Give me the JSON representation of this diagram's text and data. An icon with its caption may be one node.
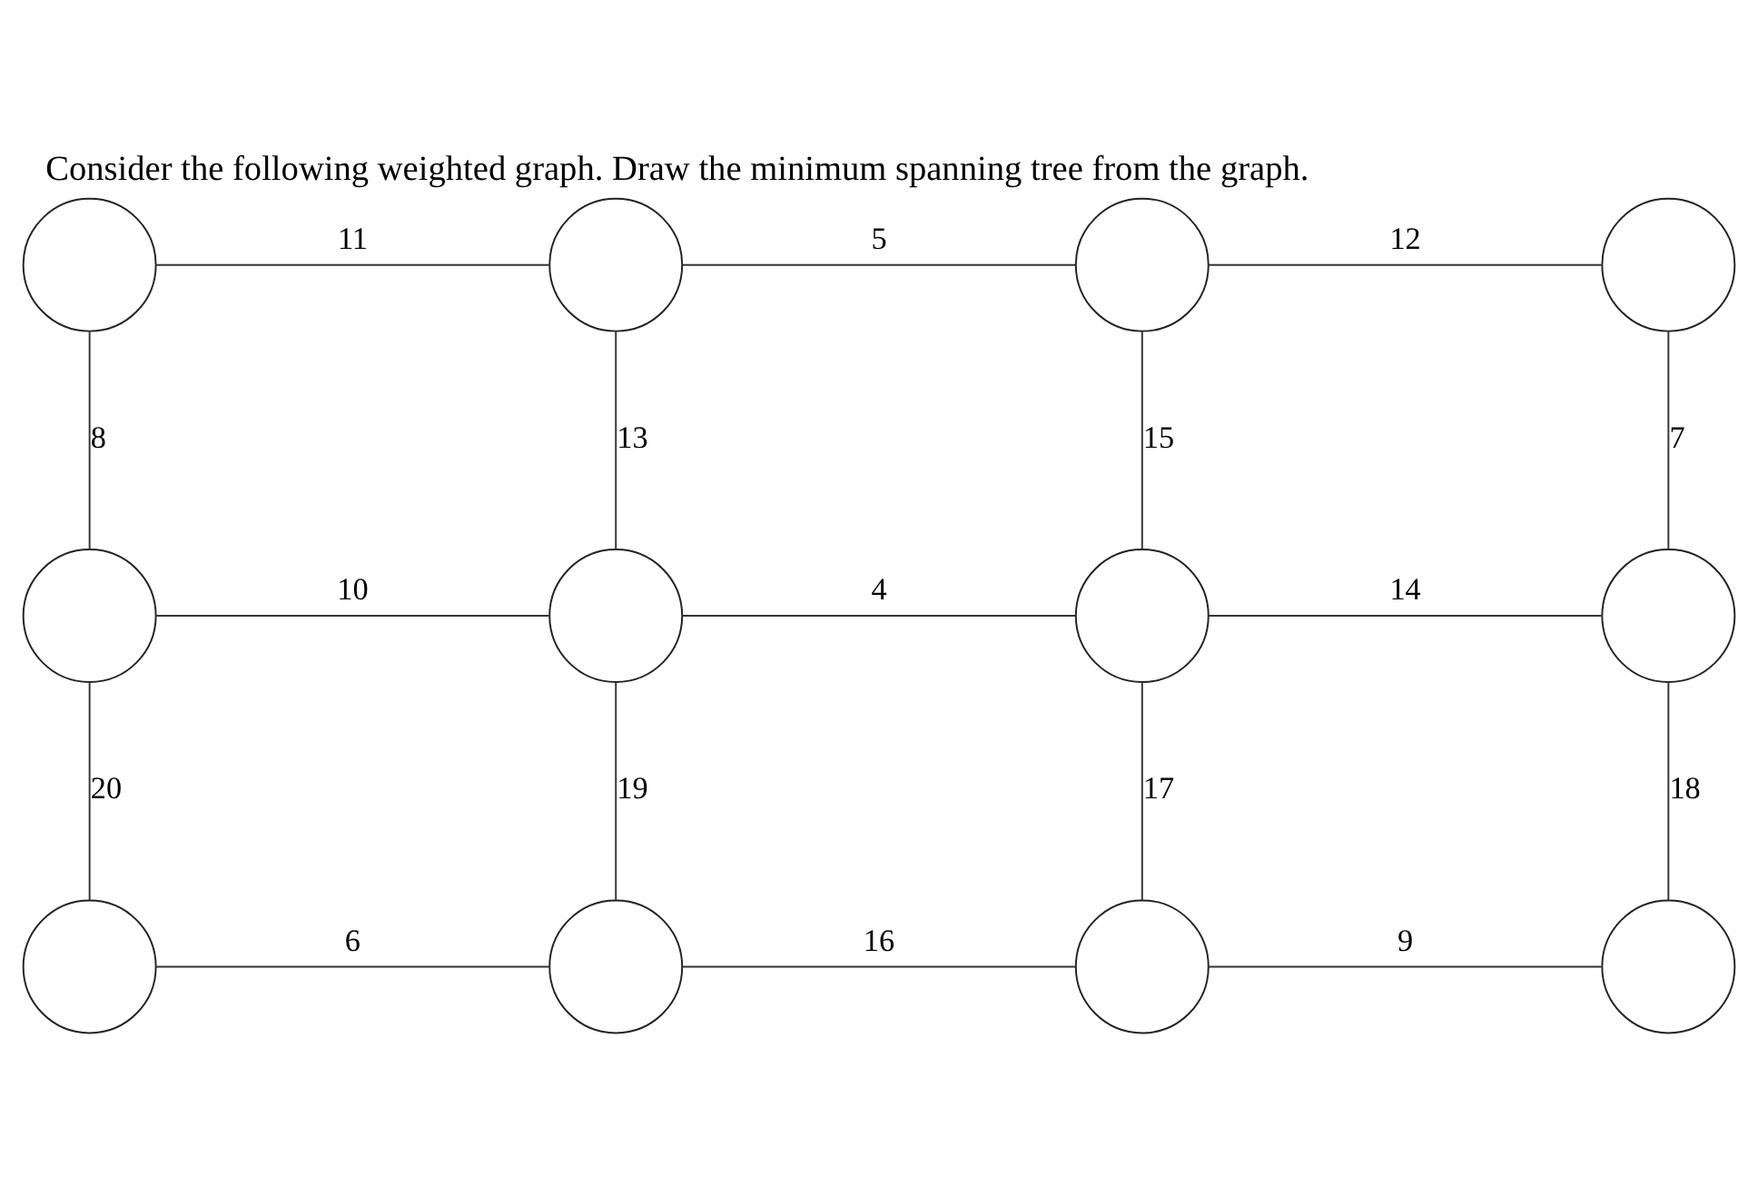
{
  "diagram": {
    "title": "Consider the following weighted graph. Draw the minimum spanning tree from the graph.",
    "nodes": [
      {
        "text": [],
        "shape": "circle"
      },
      {
        "text": [],
        "shape": "circle"
      },
      {
        "text": [],
        "shape": "circle"
      },
      {
        "text": [],
        "shape": "circle"
      },
      {
        "text": [],
        "shape": "circle"
      },
      {
        "text": [],
        "shape": "circle"
      },
      {
        "text": [],
        "shape": "circle"
      },
      {
        "text": [],
        "shape": "circle"
      },
      {
        "text": [],
        "shape": "circle"
      },
      {
        "text": [],
        "shape": "circle"
      },
      {
        "text": [],
        "shape": "circle"
      },
      {
        "text": [],
        "shape": "circle"
      }
    ],
    "edges": [
      {
        "from": 0,
        "to": 1,
        "arrow": "none",
        "label": "11"
      },
      {
        "from": 1,
        "to": 2,
        "arrow": "none",
        "label": "5"
      },
      {
        "from": 2,
        "to": 3,
        "arrow": "none",
        "label": "12"
      },
      {
        "from": 0,
        "to": 4,
        "arrow": "none",
        "label": "8"
      },
      {
        "from": 1,
        "to": 5,
        "arrow": "none",
        "label": "13"
      },
      {
        "from": 2,
        "to": 6,
        "arrow": "none",
        "label": "15"
      },
      {
        "from": 3,
        "to": 7,
        "arrow": "none",
        "label": "7"
      },
      {
        "from": 4,
        "to": 5,
        "arrow": "none",
        "label": "10"
      },
      {
        "from": 5,
        "to": 6,
        "arrow": "none",
        "label": "4"
      },
      {
        "from": 6,
        "to": 7,
        "arrow": "none",
        "label": "14"
      },
      {
        "from": 4,
        "to": 8,
        "arrow": "none",
        "label": "20"
      },
      {
        "from": 5,
        "to": 9,
        "arrow": "none",
        "label": "19"
      },
      {
        "from": 6,
        "to": 10,
        "arrow": "none",
        "label": "17"
      },
      {
        "from": 7,
        "to": 11,
        "arrow": "none",
        "label": "18"
      },
      {
        "from": 8,
        "to": 9,
        "arrow": "none",
        "label": "6"
      },
      {
        "from": 9,
        "to": 10,
        "arrow": "none",
        "label": "16"
      },
      {
        "from": 10,
        "to": 11,
        "arrow": "none",
        "label": "9"
      }
    ]
  }
}
